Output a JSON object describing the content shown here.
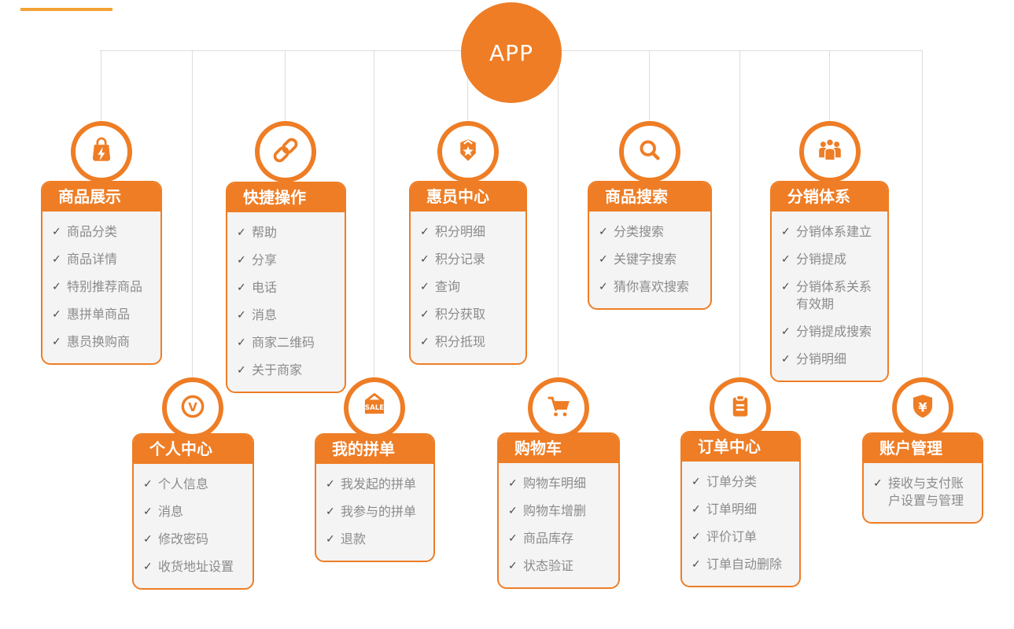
{
  "colors": {
    "orange": "#EE7D25",
    "connector_line": "#DDDDDD",
    "card_background": "#F4F4F4",
    "item_text": "#8B8B8B",
    "check": "#4A4A4A",
    "accent_bar": "#F2A236"
  },
  "root": {
    "label": "APP"
  },
  "check_glyph": "✓",
  "cards": [
    {
      "name": "product-display",
      "icon": "shopping-bag-icon",
      "title": "商品展示",
      "items": [
        "商品分类",
        "商品详情",
        "特别推荐商品",
        "惠拼单商品",
        "惠员换购商"
      ]
    },
    {
      "name": "quick-actions",
      "icon": "chain-link-icon",
      "title": "快捷操作",
      "items": [
        "帮助",
        "分享",
        "电话",
        "消息",
        "商家二维码",
        "关于商家"
      ]
    },
    {
      "name": "member-center",
      "icon": "member-badge-icon",
      "title": "惠员中心",
      "items": [
        "积分明细",
        "积分记录",
        "查询",
        "积分获取",
        "积分抵现"
      ]
    },
    {
      "name": "product-search",
      "icon": "search-icon",
      "title": "商品搜索",
      "items": [
        "分类搜索",
        "关键字搜索",
        "猜你喜欢搜索"
      ]
    },
    {
      "name": "distribution-system",
      "icon": "people-group-icon",
      "title": "分销体系",
      "items": [
        "分销体系建立",
        "分销提成",
        "分销体系关系有效期",
        "分销提成搜索",
        "分销明细"
      ]
    },
    {
      "name": "personal-center",
      "icon": "v-badge-icon",
      "title": "个人中心",
      "items": [
        "个人信息",
        "消息",
        "修改密码",
        "收货地址设置"
      ]
    },
    {
      "name": "my-group-orders",
      "icon": "sale-sign-icon",
      "title": "我的拼单",
      "items": [
        "我发起的拼单",
        "我参与的拼单",
        "退款"
      ]
    },
    {
      "name": "shopping-cart",
      "icon": "shopping-cart-icon",
      "title": "购物车",
      "items": [
        "购物车明细",
        "购物车增删",
        "商品库存",
        "状态验证"
      ]
    },
    {
      "name": "order-center",
      "icon": "clipboard-icon",
      "title": "订单中心",
      "items": [
        "订单分类",
        "订单明细",
        "评价订单",
        "订单自动删除"
      ]
    },
    {
      "name": "account-management",
      "icon": "shield-yen-icon",
      "title": "账户管理",
      "items": [
        "接收与支付账户设置与管理"
      ]
    }
  ]
}
